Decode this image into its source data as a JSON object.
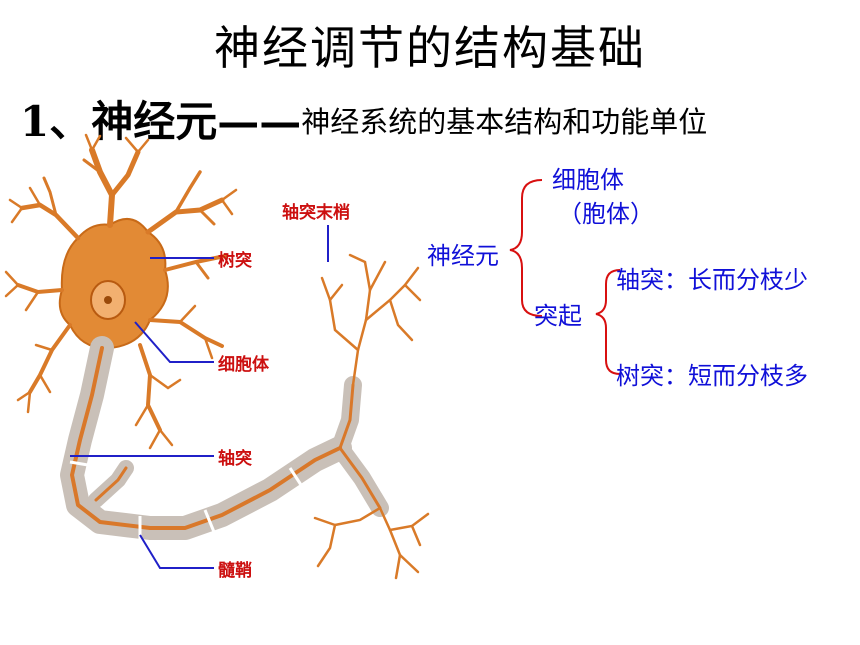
{
  "title": "神经调节的结构基础",
  "heading": {
    "main": "1、神经元——",
    "sub": "神经系统的基本结构和功能单位"
  },
  "diagram_labels": {
    "axon_terminal": "轴突末梢",
    "dendrite": "树突",
    "cell_body": "细胞体",
    "axon": "轴突",
    "myelin_sheath": "髓鞘"
  },
  "classification": {
    "root": "神经元",
    "cell_body": "细胞体",
    "cell_body_alias": "（胞体）",
    "process": "突起",
    "axon_desc": "轴突：长而分枝少",
    "dendrite_desc": "树突：短而分枝多"
  },
  "colors": {
    "text_blue": "#1010d8",
    "label_red": "#cc1010",
    "bracket_red": "#d81010",
    "neuron_orange": "#e0802a",
    "myelin_grey": "#c9c0b8",
    "pointer_blue": "#2020c8"
  }
}
